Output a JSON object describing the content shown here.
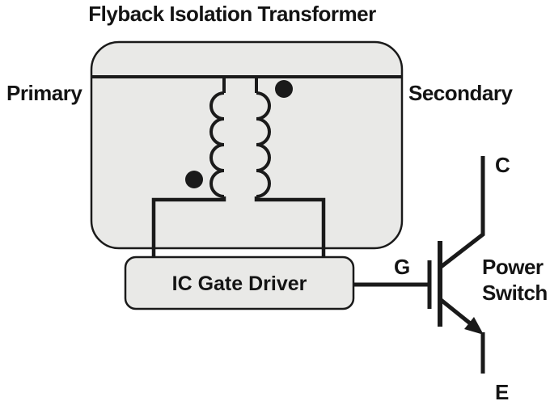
{
  "title": "Flyback Isolation Transformer",
  "labels": {
    "primary": "Primary",
    "secondary": "Secondary",
    "gate_driver": "IC Gate Driver",
    "power_switch_line1": "Power",
    "power_switch_line2": "Switch",
    "gate": "G",
    "collector": "C",
    "emitter": "E"
  },
  "colors": {
    "title": "#1598a8",
    "line": "#1a1a1a",
    "box_fill": "#e9e9e7"
  }
}
